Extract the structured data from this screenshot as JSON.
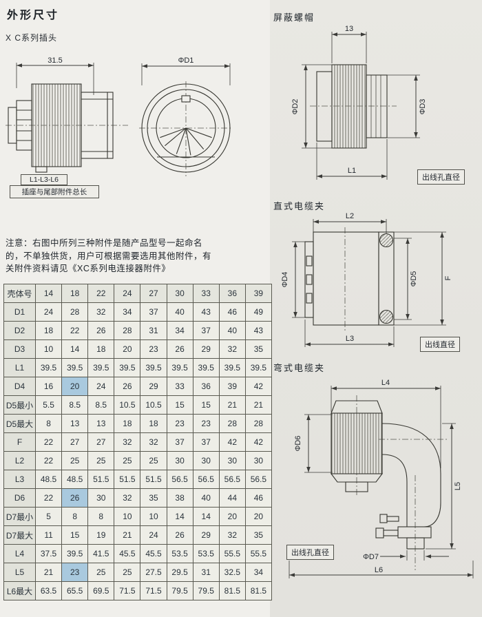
{
  "page": {
    "title": "外形尺寸",
    "subtitle": "X C系列插头",
    "caption_box1": "L1-L3-L6",
    "caption_box2": "插座与尾部附件总长",
    "note_lines": [
      "注意：右图中所列三种附件是随产品型号一起命名",
      "的，不单独供货，用户可根据需要选用其他附件，有",
      "关附件资料请见《XC系列电连接器附件》"
    ]
  },
  "drawings": {
    "side_view": {
      "dim_width": "31.5"
    },
    "front_view": {
      "dim_diameter": "ΦD1"
    },
    "shield_nut": {
      "title": "屏蔽螺帽",
      "dim_top": "13",
      "dim_left": "ΦD2",
      "dim_right": "ΦD3",
      "dim_bottom": "L1",
      "outlet_label": "出线孔直径"
    },
    "straight_clamp": {
      "title": "直式电缆夹",
      "dim_top": "L2",
      "dim_left": "ΦD4",
      "dim_right": "ΦD5",
      "dim_far_right": "F",
      "dim_bottom": "L3",
      "outlet_label": "出线直径"
    },
    "bent_clamp": {
      "title": "弯式电缆夹",
      "dim_top": "L4",
      "dim_left": "ΦD6",
      "dim_right": "L5",
      "dim_d7": "ΦD7",
      "dim_bottom": "L6",
      "outlet_label": "出线孔直径"
    }
  },
  "table": {
    "highlight_color": "#a9c9de",
    "highlight_cells": [
      [
        5,
        1
      ],
      [
        11,
        1
      ],
      [
        15,
        1
      ]
    ],
    "rows": [
      {
        "label": "壳体号",
        "values": [
          "14",
          "18",
          "22",
          "24",
          "27",
          "30",
          "33",
          "36",
          "39"
        ]
      },
      {
        "label": "D1",
        "values": [
          "24",
          "28",
          "32",
          "34",
          "37",
          "40",
          "43",
          "46",
          "49"
        ]
      },
      {
        "label": "D2",
        "values": [
          "18",
          "22",
          "26",
          "28",
          "31",
          "34",
          "37",
          "40",
          "43"
        ]
      },
      {
        "label": "D3",
        "values": [
          "10",
          "14",
          "18",
          "20",
          "23",
          "26",
          "29",
          "32",
          "35"
        ]
      },
      {
        "label": "L1",
        "values": [
          "39.5",
          "39.5",
          "39.5",
          "39.5",
          "39.5",
          "39.5",
          "39.5",
          "39.5",
          "39.5"
        ]
      },
      {
        "label": "D4",
        "values": [
          "16",
          "20",
          "24",
          "26",
          "29",
          "33",
          "36",
          "39",
          "42"
        ]
      },
      {
        "label": "D5最小",
        "values": [
          "5.5",
          "8.5",
          "8.5",
          "10.5",
          "10.5",
          "15",
          "15",
          "21",
          "21"
        ]
      },
      {
        "label": "D5最大",
        "values": [
          "8",
          "13",
          "13",
          "18",
          "18",
          "23",
          "23",
          "28",
          "28"
        ]
      },
      {
        "label": "F",
        "values": [
          "22",
          "27",
          "27",
          "32",
          "32",
          "37",
          "37",
          "42",
          "42"
        ]
      },
      {
        "label": "L2",
        "values": [
          "22",
          "25",
          "25",
          "25",
          "25",
          "30",
          "30",
          "30",
          "30"
        ]
      },
      {
        "label": "L3",
        "values": [
          "48.5",
          "48.5",
          "51.5",
          "51.5",
          "51.5",
          "56.5",
          "56.5",
          "56.5",
          "56.5"
        ]
      },
      {
        "label": "D6",
        "values": [
          "22",
          "26",
          "30",
          "32",
          "35",
          "38",
          "40",
          "44",
          "46"
        ]
      },
      {
        "label": "D7最小",
        "values": [
          "5",
          "8",
          "8",
          "10",
          "10",
          "14",
          "14",
          "20",
          "20"
        ]
      },
      {
        "label": "D7最大",
        "values": [
          "11",
          "15",
          "19",
          "21",
          "24",
          "26",
          "29",
          "32",
          "35"
        ]
      },
      {
        "label": "L4",
        "values": [
          "37.5",
          "39.5",
          "41.5",
          "45.5",
          "45.5",
          "53.5",
          "53.5",
          "55.5",
          "55.5"
        ]
      },
      {
        "label": "L5",
        "values": [
          "21",
          "23",
          "25",
          "25",
          "27.5",
          "29.5",
          "31",
          "32.5",
          "34"
        ]
      },
      {
        "label": "L6最大",
        "values": [
          "63.5",
          "65.5",
          "69.5",
          "71.5",
          "71.5",
          "79.5",
          "79.5",
          "81.5",
          "81.5"
        ]
      }
    ]
  }
}
